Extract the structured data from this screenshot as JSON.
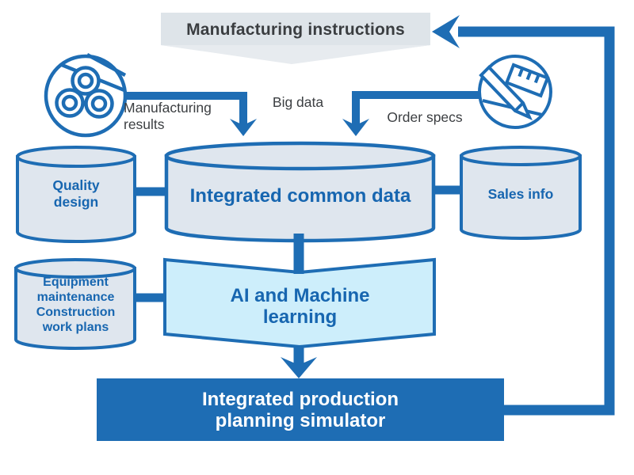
{
  "colors": {
    "accent_blue": "#1e6db4",
    "cylinder_fill": "#dfe6ee",
    "banner_fill": "#dee4e9",
    "banner_tip_fill": "#e7ebef",
    "ai_box_fill": "#cdeefb",
    "dark_text": "#3a3d40",
    "blue_text": "#1766b0",
    "white_text": "#ffffff"
  },
  "banner": {
    "label": "Manufacturing instructions"
  },
  "flows": {
    "manufacturing_results": {
      "lines": [
        "Manufacturing",
        "results"
      ]
    },
    "big_data": {
      "label": "Big data"
    },
    "order_specs": {
      "label": "Order specs"
    }
  },
  "databases": {
    "quality": {
      "lines": [
        "Quality",
        "design"
      ]
    },
    "integrated": {
      "label": "Integrated common data"
    },
    "sales": {
      "label": "Sales info"
    },
    "equipment": {
      "lines": [
        "Equipment",
        "maintenance",
        "Construction",
        "work plans"
      ]
    }
  },
  "ai_box": {
    "lines": [
      "AI and Machine",
      "learning"
    ]
  },
  "simulator": {
    "lines": [
      "Integrated production",
      "planning simulator"
    ]
  },
  "icons": {
    "left": "steel-coils-icon",
    "right": "pencil-ruler-icon"
  }
}
